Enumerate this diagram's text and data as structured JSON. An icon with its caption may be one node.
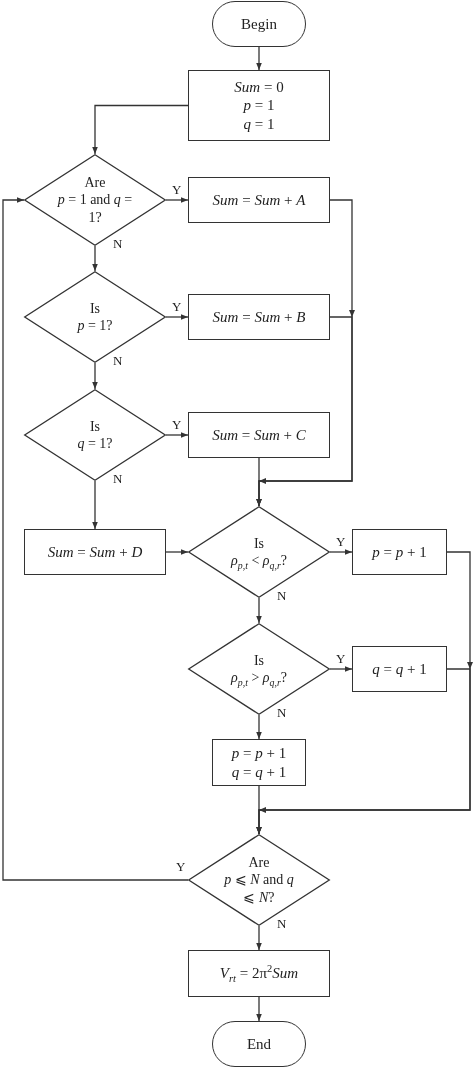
{
  "diagram": {
    "nodes": [
      {
        "text": [
          "Begin"
        ]
      },
      {
        "text": [
          "*Sum* = 0",
          "*p* = 1",
          "*q* = 1"
        ]
      },
      {
        "text": [
          "Are",
          "*p* = 1 and *q* = 1?"
        ]
      },
      {
        "text": [
          "*Sum* = *Sum* + *A*"
        ]
      },
      {
        "text": [
          "Is",
          "*p* = 1?"
        ]
      },
      {
        "text": [
          "*Sum* = *Sum* + *B*"
        ]
      },
      {
        "text": [
          "Is",
          "*q* = 1?"
        ]
      },
      {
        "text": [
          "*Sum* = *Sum* + *C*"
        ]
      },
      {
        "text": [
          "*Sum* = *Sum* + *D*"
        ]
      },
      {
        "text": [
          "Is",
          "*ρ*$_{p,t}$ < *ρ*$_{q,r}$?"
        ]
      },
      {
        "text": [
          "*p* = *p* + 1"
        ]
      },
      {
        "text": [
          "Is",
          "*ρ*$_{p,t}$ > *ρ*$_{q,r}$?"
        ]
      },
      {
        "text": [
          "*q* = *q* + 1"
        ]
      },
      {
        "text": [
          "*p* = *p* + 1",
          "*q* = *q* + 1"
        ]
      },
      {
        "text": [
          "Are",
          "*p* ⩽ *N* and *q* ⩽ *N*?"
        ]
      },
      {
        "text": [
          "*V*$_{rt}$ = 2π$^{2}$*Sum*"
        ]
      },
      {
        "text": [
          "End"
        ]
      }
    ],
    "edges": [
      {
        "from": 0,
        "to": 1,
        "arrow": "to"
      },
      {
        "from": 1,
        "to": 2,
        "arrow": "to"
      },
      {
        "from": 2,
        "to": 3,
        "arrow": "to",
        "label": "Y"
      },
      {
        "from": 2,
        "to": 4,
        "arrow": "to",
        "label": "N"
      },
      {
        "from": 4,
        "to": 5,
        "arrow": "to",
        "label": "Y"
      },
      {
        "from": 4,
        "to": 6,
        "arrow": "to",
        "label": "N"
      },
      {
        "from": 6,
        "to": 7,
        "arrow": "to",
        "label": "Y"
      },
      {
        "from": 6,
        "to": 8,
        "arrow": "to",
        "label": "N"
      },
      {
        "from": 3,
        "to": 9,
        "arrow": "to"
      },
      {
        "from": 5,
        "to": 9,
        "arrow": "to"
      },
      {
        "from": 7,
        "to": 9,
        "arrow": "to"
      },
      {
        "from": 8,
        "to": 9,
        "arrow": "to"
      },
      {
        "from": 9,
        "to": 10,
        "arrow": "to",
        "label": "Y"
      },
      {
        "from": 9,
        "to": 11,
        "arrow": "to",
        "label": "N"
      },
      {
        "from": 11,
        "to": 12,
        "arrow": "to",
        "label": "Y"
      },
      {
        "from": 11,
        "to": 13,
        "arrow": "to",
        "label": "N"
      },
      {
        "from": 10,
        "to": 14,
        "arrow": "to"
      },
      {
        "from": 12,
        "to": 14,
        "arrow": "to"
      },
      {
        "from": 13,
        "to": 14,
        "arrow": "to"
      },
      {
        "from": 14,
        "to": 2,
        "arrow": "to",
        "label": "Y"
      },
      {
        "from": 14,
        "to": 15,
        "arrow": "to",
        "label": "N"
      },
      {
        "from": 15,
        "to": 16,
        "arrow": "to"
      }
    ]
  }
}
